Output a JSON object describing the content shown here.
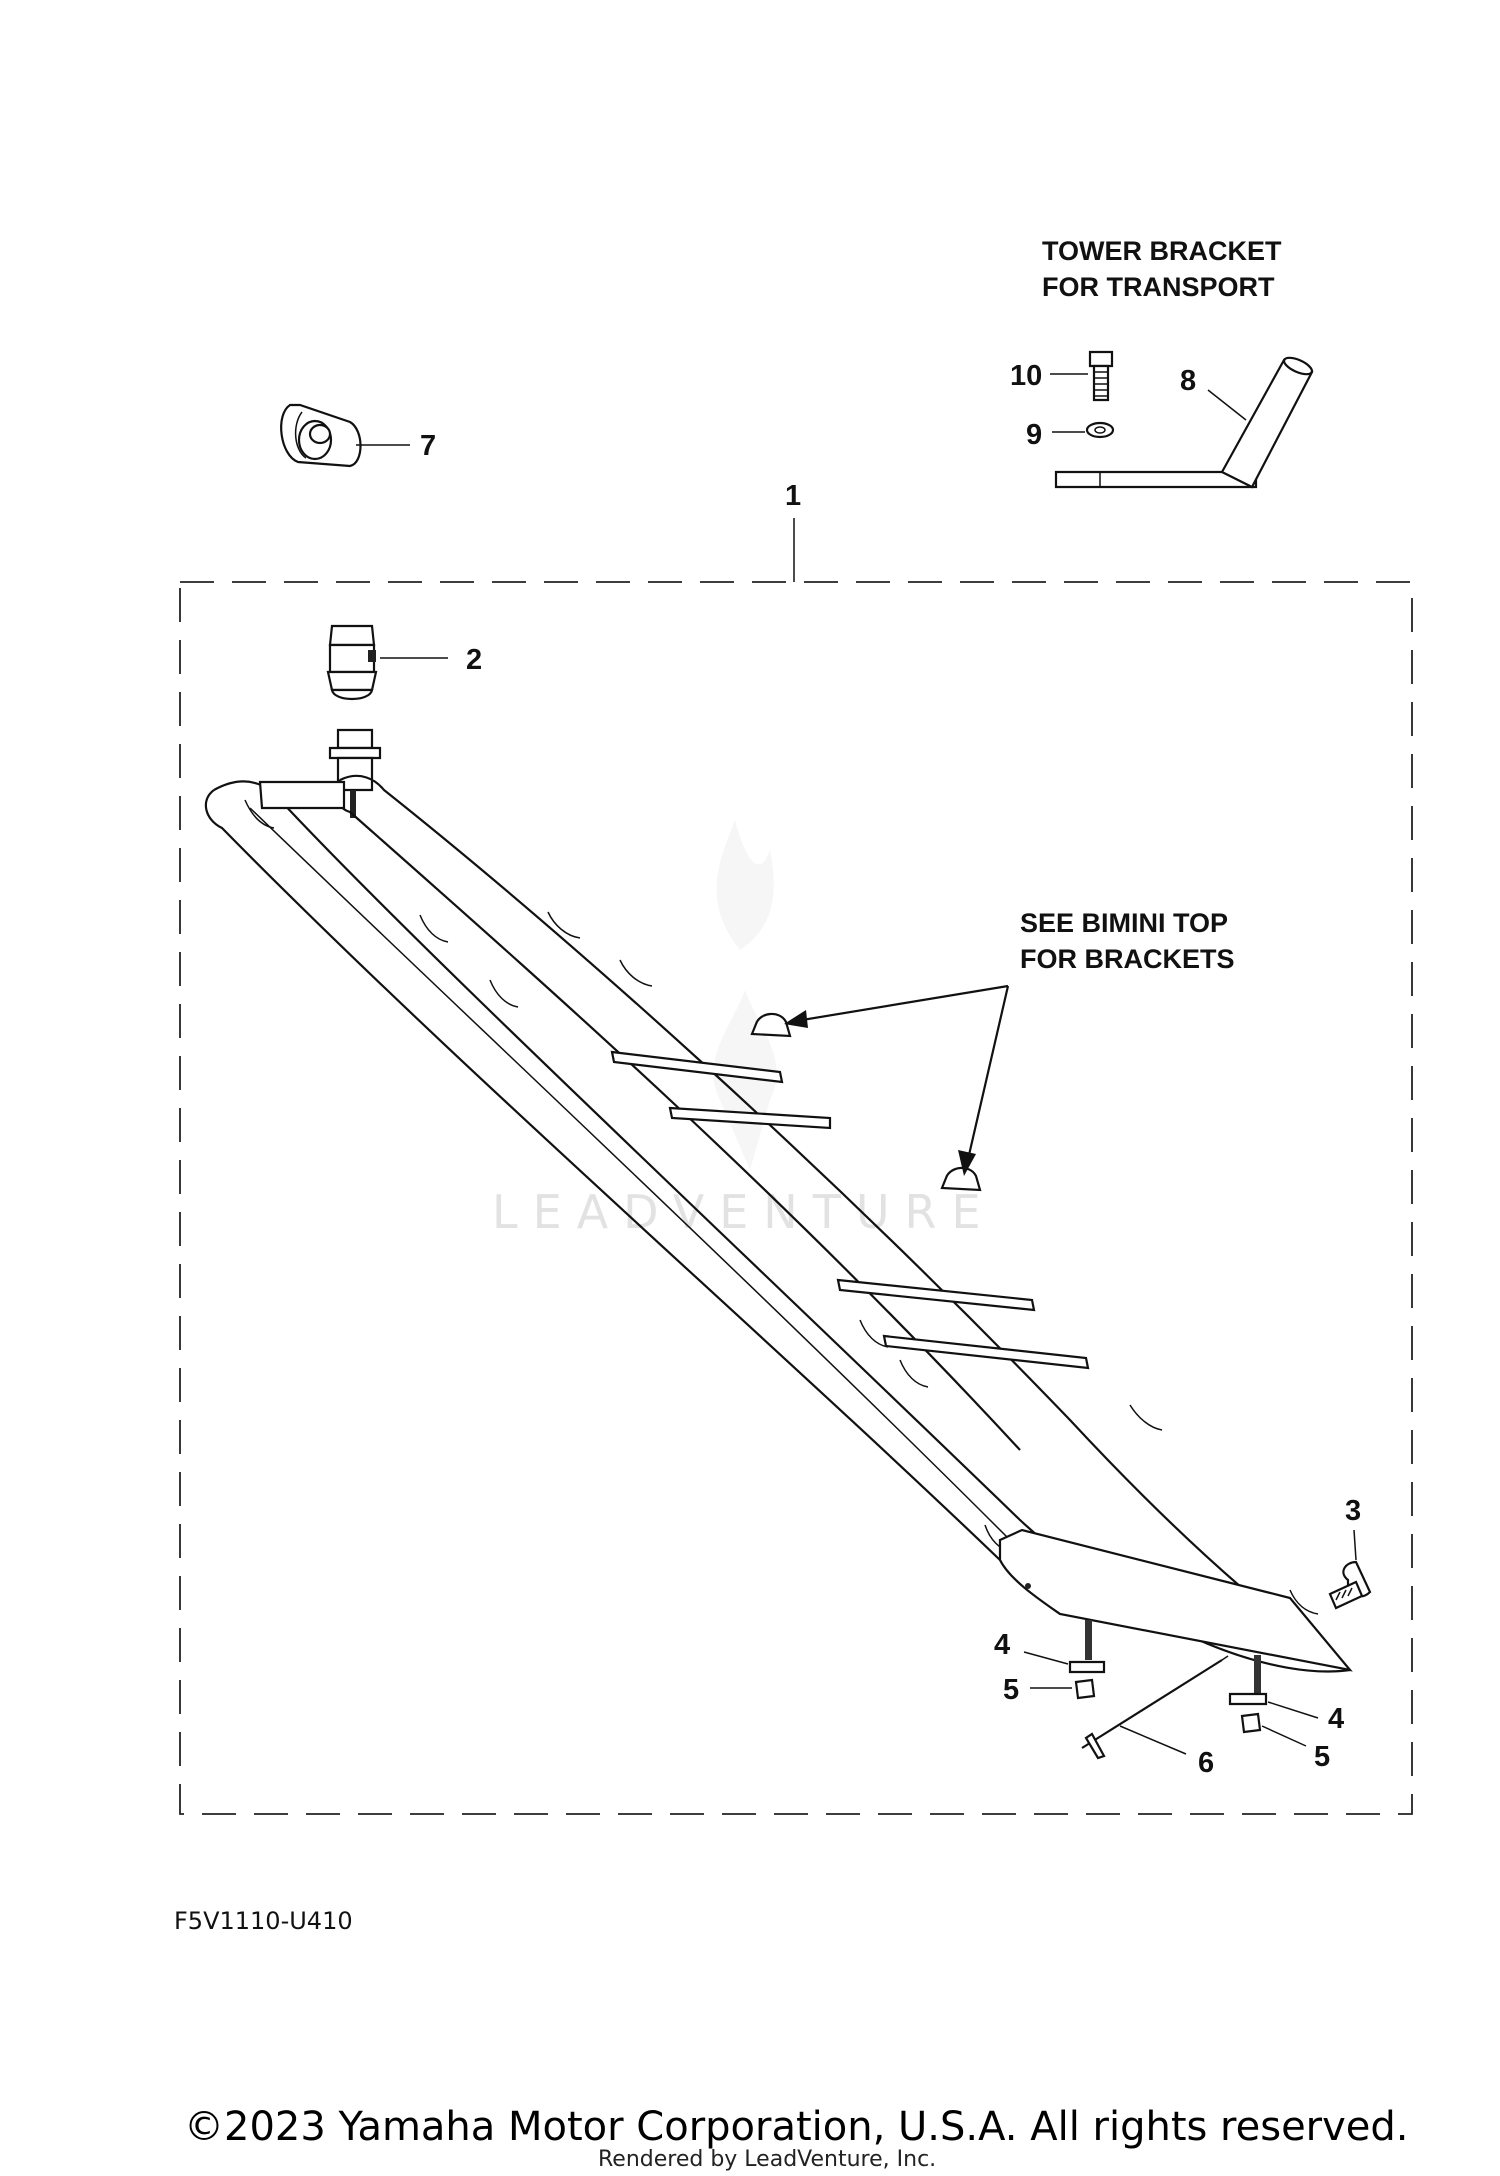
{
  "diagram": {
    "header_note": {
      "line1": "TOWER BRACKET",
      "line2": "FOR TRANSPORT"
    },
    "bimini_note": {
      "line1": "SEE BIMINI TOP",
      "line2": "FOR BRACKETS"
    },
    "callouts": {
      "c1": "1",
      "c2": "2",
      "c3": "3",
      "c4a": "4",
      "c4b": "4",
      "c5a": "5",
      "c5b": "5",
      "c6": "6",
      "c7": "7",
      "c8": "8",
      "c9": "9",
      "c10": "10"
    },
    "figure_code": "F5V1110-U410",
    "watermark": "LEADVENTURE"
  },
  "footer": {
    "copyright": "©2023 Yamaha Motor Corporation, U.S.A. All rights reserved.",
    "rendered_by": "Rendered by LeadVenture, Inc."
  }
}
